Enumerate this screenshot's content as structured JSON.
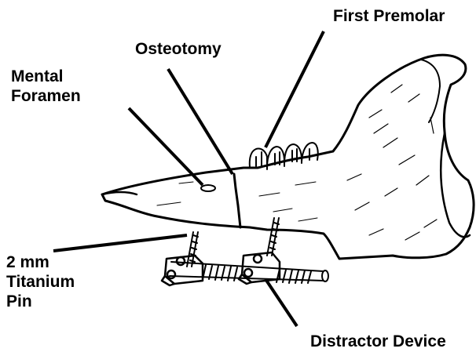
{
  "labels": {
    "first_premolar": "First Premolar",
    "osteotomy": "Osteotomy",
    "mental_foramen": [
      "Mental",
      "Foramen"
    ],
    "titanium_pin": [
      "2 mm",
      "Titanium",
      "Pin"
    ],
    "distractor_device": "Distractor Device"
  },
  "colors": {
    "ink": "#000000",
    "paper": "#ffffff"
  }
}
